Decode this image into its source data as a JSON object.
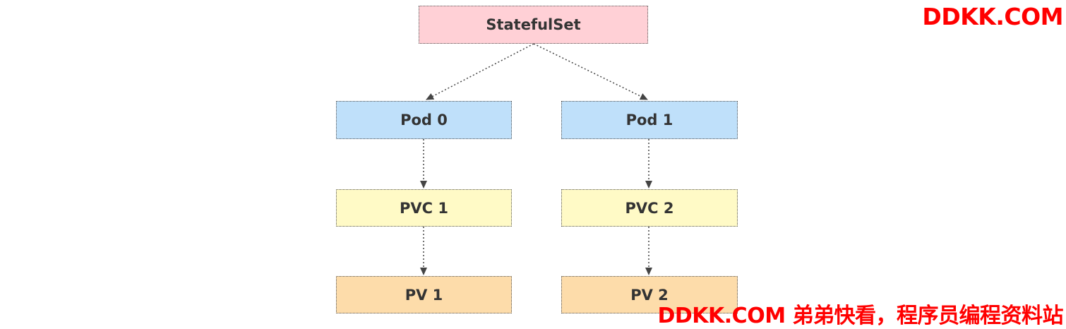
{
  "colors": {
    "statefulset_fill": "#ffd0d6",
    "pod_fill": "#bfe0fa",
    "pvc_fill": "#fffac6",
    "pv_fill": "#fddcaa",
    "border": "#555555",
    "arrow": "#444444",
    "watermark": "#ff0000"
  },
  "nodes": {
    "statefulset": {
      "label": "StatefulSet"
    },
    "pod0": {
      "label": "Pod 0"
    },
    "pod1": {
      "label": "Pod 1"
    },
    "pvc1": {
      "label": "PVC 1"
    },
    "pvc2": {
      "label": "PVC 2"
    },
    "pv1": {
      "label": "PV 1"
    },
    "pv2": {
      "label": "PV 2"
    }
  },
  "edges": [
    {
      "from": "statefulset",
      "to": "pod0",
      "style": "dotted-arrow"
    },
    {
      "from": "statefulset",
      "to": "pod1",
      "style": "dotted-arrow"
    },
    {
      "from": "pod0",
      "to": "pvc1",
      "style": "dotted-arrow"
    },
    {
      "from": "pod1",
      "to": "pvc2",
      "style": "dotted-arrow"
    },
    {
      "from": "pvc1",
      "to": "pv1",
      "style": "dotted-arrow"
    },
    {
      "from": "pvc2",
      "to": "pv2",
      "style": "dotted-arrow"
    }
  ],
  "watermarks": {
    "top": "DDKK.COM",
    "bottom": "DDKK.COM 弟弟快看，程序员编程资料站"
  }
}
